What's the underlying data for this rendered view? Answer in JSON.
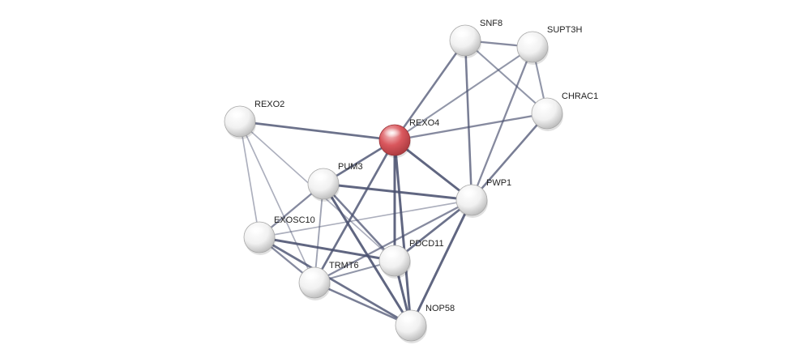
{
  "network": {
    "colors": {
      "query_node": "#d9575d",
      "partner_node": "#ffffff",
      "edge": "#4a5170",
      "label": "#222222"
    },
    "nodes": [
      {
        "id": "REXO4",
        "label": "REXO4",
        "role": "query"
      },
      {
        "id": "SNF8",
        "label": "SNF8",
        "role": "partner"
      },
      {
        "id": "SUPT3H",
        "label": "SUPT3H",
        "role": "partner"
      },
      {
        "id": "CHRAC1",
        "label": "CHRAC1",
        "role": "partner"
      },
      {
        "id": "REXO2",
        "label": "REXO2",
        "role": "partner"
      },
      {
        "id": "PUM3",
        "label": "PUM3",
        "role": "partner"
      },
      {
        "id": "PWP1",
        "label": "PWP1",
        "role": "partner"
      },
      {
        "id": "EXOSC10",
        "label": "EXOSC10",
        "role": "partner"
      },
      {
        "id": "PDCD11",
        "label": "PDCD11",
        "role": "partner"
      },
      {
        "id": "TRMT6",
        "label": "TRMT6",
        "role": "partner"
      },
      {
        "id": "NOP58",
        "label": "NOP58",
        "role": "partner"
      }
    ],
    "edges": [
      {
        "source": "SNF8",
        "target": "SUPT3H",
        "weight": 0.6
      },
      {
        "source": "SNF8",
        "target": "REXO4",
        "weight": 0.7
      },
      {
        "source": "SNF8",
        "target": "CHRAC1",
        "weight": 0.5
      },
      {
        "source": "SNF8",
        "target": "PWP1",
        "weight": 0.7
      },
      {
        "source": "SUPT3H",
        "target": "REXO4",
        "weight": 0.5
      },
      {
        "source": "SUPT3H",
        "target": "CHRAC1",
        "weight": 0.5
      },
      {
        "source": "SUPT3H",
        "target": "PWP1",
        "weight": 0.6
      },
      {
        "source": "CHRAC1",
        "target": "REXO4",
        "weight": 0.6
      },
      {
        "source": "CHRAC1",
        "target": "PWP1",
        "weight": 0.7
      },
      {
        "source": "REXO2",
        "target": "REXO4",
        "weight": 0.8
      },
      {
        "source": "REXO2",
        "target": "EXOSC10",
        "weight": 0.3
      },
      {
        "source": "REXO2",
        "target": "TRMT6",
        "weight": 0.3
      },
      {
        "source": "REXO2",
        "target": "PDCD11",
        "weight": 0.3
      },
      {
        "source": "REXO4",
        "target": "PUM3",
        "weight": 0.8
      },
      {
        "source": "REXO4",
        "target": "PWP1",
        "weight": 0.9
      },
      {
        "source": "REXO4",
        "target": "PDCD11",
        "weight": 0.9
      },
      {
        "source": "REXO4",
        "target": "NOP58",
        "weight": 0.9
      },
      {
        "source": "REXO4",
        "target": "TRMT6",
        "weight": 0.8
      },
      {
        "source": "PUM3",
        "target": "PWP1",
        "weight": 0.9
      },
      {
        "source": "PUM3",
        "target": "EXOSC10",
        "weight": 0.6
      },
      {
        "source": "PUM3",
        "target": "TRMT6",
        "weight": 0.4
      },
      {
        "source": "PUM3",
        "target": "PDCD11",
        "weight": 0.7
      },
      {
        "source": "PUM3",
        "target": "NOP58",
        "weight": 0.9
      },
      {
        "source": "PWP1",
        "target": "EXOSC10",
        "weight": 0.3
      },
      {
        "source": "PWP1",
        "target": "PDCD11",
        "weight": 0.8
      },
      {
        "source": "PWP1",
        "target": "TRMT6",
        "weight": 0.6
      },
      {
        "source": "PWP1",
        "target": "NOP58",
        "weight": 0.9
      },
      {
        "source": "EXOSC10",
        "target": "PDCD11",
        "weight": 0.9
      },
      {
        "source": "EXOSC10",
        "target": "TRMT6",
        "weight": 0.6
      },
      {
        "source": "EXOSC10",
        "target": "NOP58",
        "weight": 0.8
      },
      {
        "source": "PDCD11",
        "target": "TRMT6",
        "weight": 0.5
      },
      {
        "source": "PDCD11",
        "target": "NOP58",
        "weight": 0.9
      },
      {
        "source": "TRMT6",
        "target": "NOP58",
        "weight": 0.7
      }
    ]
  }
}
